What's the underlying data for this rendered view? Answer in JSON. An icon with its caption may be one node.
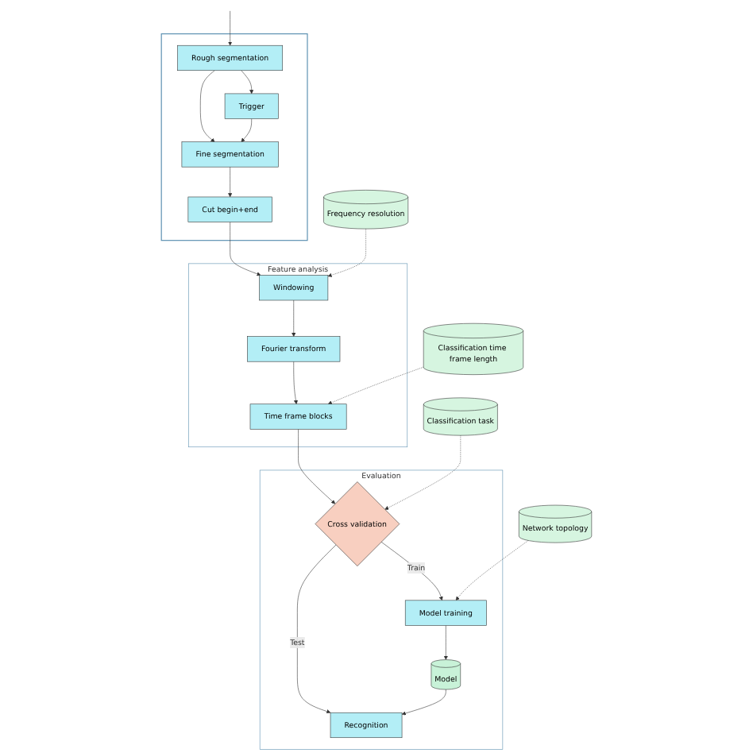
{
  "diagram": {
    "nodes": [
      {
        "text": [],
        "shape": "box"
      },
      {
        "text": [
          "Rough segmentation"
        ],
        "in": 0
      },
      {
        "text": [
          "Trigger"
        ],
        "in": 0
      },
      {
        "text": [
          "Fine segmentation"
        ],
        "in": 0
      },
      {
        "text": [
          "Cut begin+end"
        ],
        "in": 0
      },
      {
        "text": [
          "Feature analysis"
        ]
      },
      {
        "text": [
          "Windowing"
        ],
        "in": 5
      },
      {
        "text": [
          "Fourier transform"
        ],
        "in": 5
      },
      {
        "text": [
          "Time frame blocks"
        ],
        "in": 5
      },
      {
        "text": [
          "Frequency resolution"
        ]
      },
      {
        "text": [
          "Classification time frame length"
        ]
      },
      {
        "text": [
          "Evaluation"
        ]
      },
      {
        "text": [
          "Cross validation"
        ],
        "in": 11
      },
      {
        "text": [
          "Model training"
        ],
        "in": 11
      },
      {
        "text": [
          "Model"
        ],
        "in": 11
      },
      {
        "text": [
          "Recognition"
        ],
        "in": 11
      },
      {
        "text": [
          "Classification task"
        ]
      },
      {
        "text": [
          "Network topology"
        ]
      }
    ],
    "edges": [
      {
        "from": null,
        "to": 1,
        "arrow": "to"
      },
      {
        "from": 1,
        "to": 2,
        "arrow": "to"
      },
      {
        "from": 1,
        "to": 3,
        "arrow": "to"
      },
      {
        "from": 2,
        "to": 3,
        "arrow": "to"
      },
      {
        "from": 3,
        "to": 4,
        "arrow": "to"
      },
      {
        "from": 4,
        "to": 6,
        "arrow": "to"
      },
      {
        "from": 9,
        "to": 6,
        "arrow": "to",
        "style": "dashed"
      },
      {
        "from": 6,
        "to": 7,
        "arrow": "to"
      },
      {
        "from": 7,
        "to": 8,
        "arrow": "to"
      },
      {
        "from": 10,
        "to": 8,
        "arrow": "to",
        "style": "dashed"
      },
      {
        "from": 8,
        "to": 12,
        "arrow": "to"
      },
      {
        "from": 16,
        "to": 12,
        "arrow": "to",
        "style": "dashed"
      },
      {
        "from": 12,
        "to": 13,
        "label": "Train",
        "arrow": "to"
      },
      {
        "from": 12,
        "to": 15,
        "label": "Test",
        "arrow": "to"
      },
      {
        "from": 17,
        "to": 13,
        "arrow": "to",
        "style": "dashed"
      },
      {
        "from": 13,
        "to": 14,
        "arrow": "to"
      },
      {
        "from": 14,
        "to": 15,
        "arrow": "to"
      }
    ]
  }
}
